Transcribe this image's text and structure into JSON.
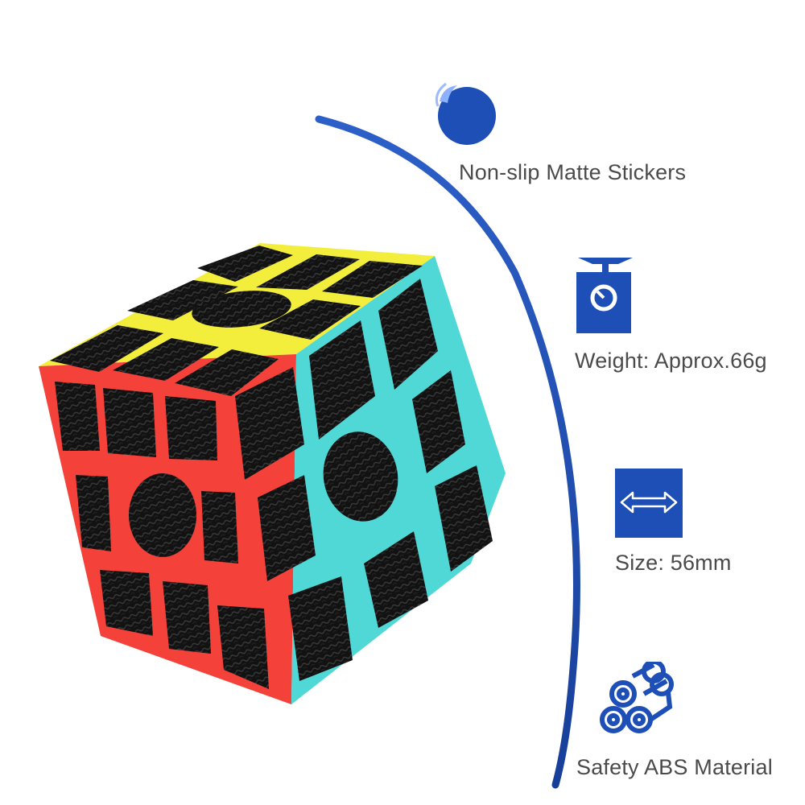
{
  "features": [
    {
      "label": "Non-slip Matte Stickers",
      "icon": "sticker-dot-icon"
    },
    {
      "label": "Weight: Approx.66g",
      "icon": "scale-icon"
    },
    {
      "label": "Size: 56mm",
      "icon": "size-arrows-icon"
    },
    {
      "label": "Safety ABS Material",
      "icon": "abs-material-icon"
    }
  ],
  "colors": {
    "accent_blue": "#1f4fb0",
    "top_face": "#f3ee3c",
    "left_face": "#f4423a",
    "right_face": "#4fd8d6",
    "sticker": "#141414",
    "label_text": "#4a4a4a"
  }
}
